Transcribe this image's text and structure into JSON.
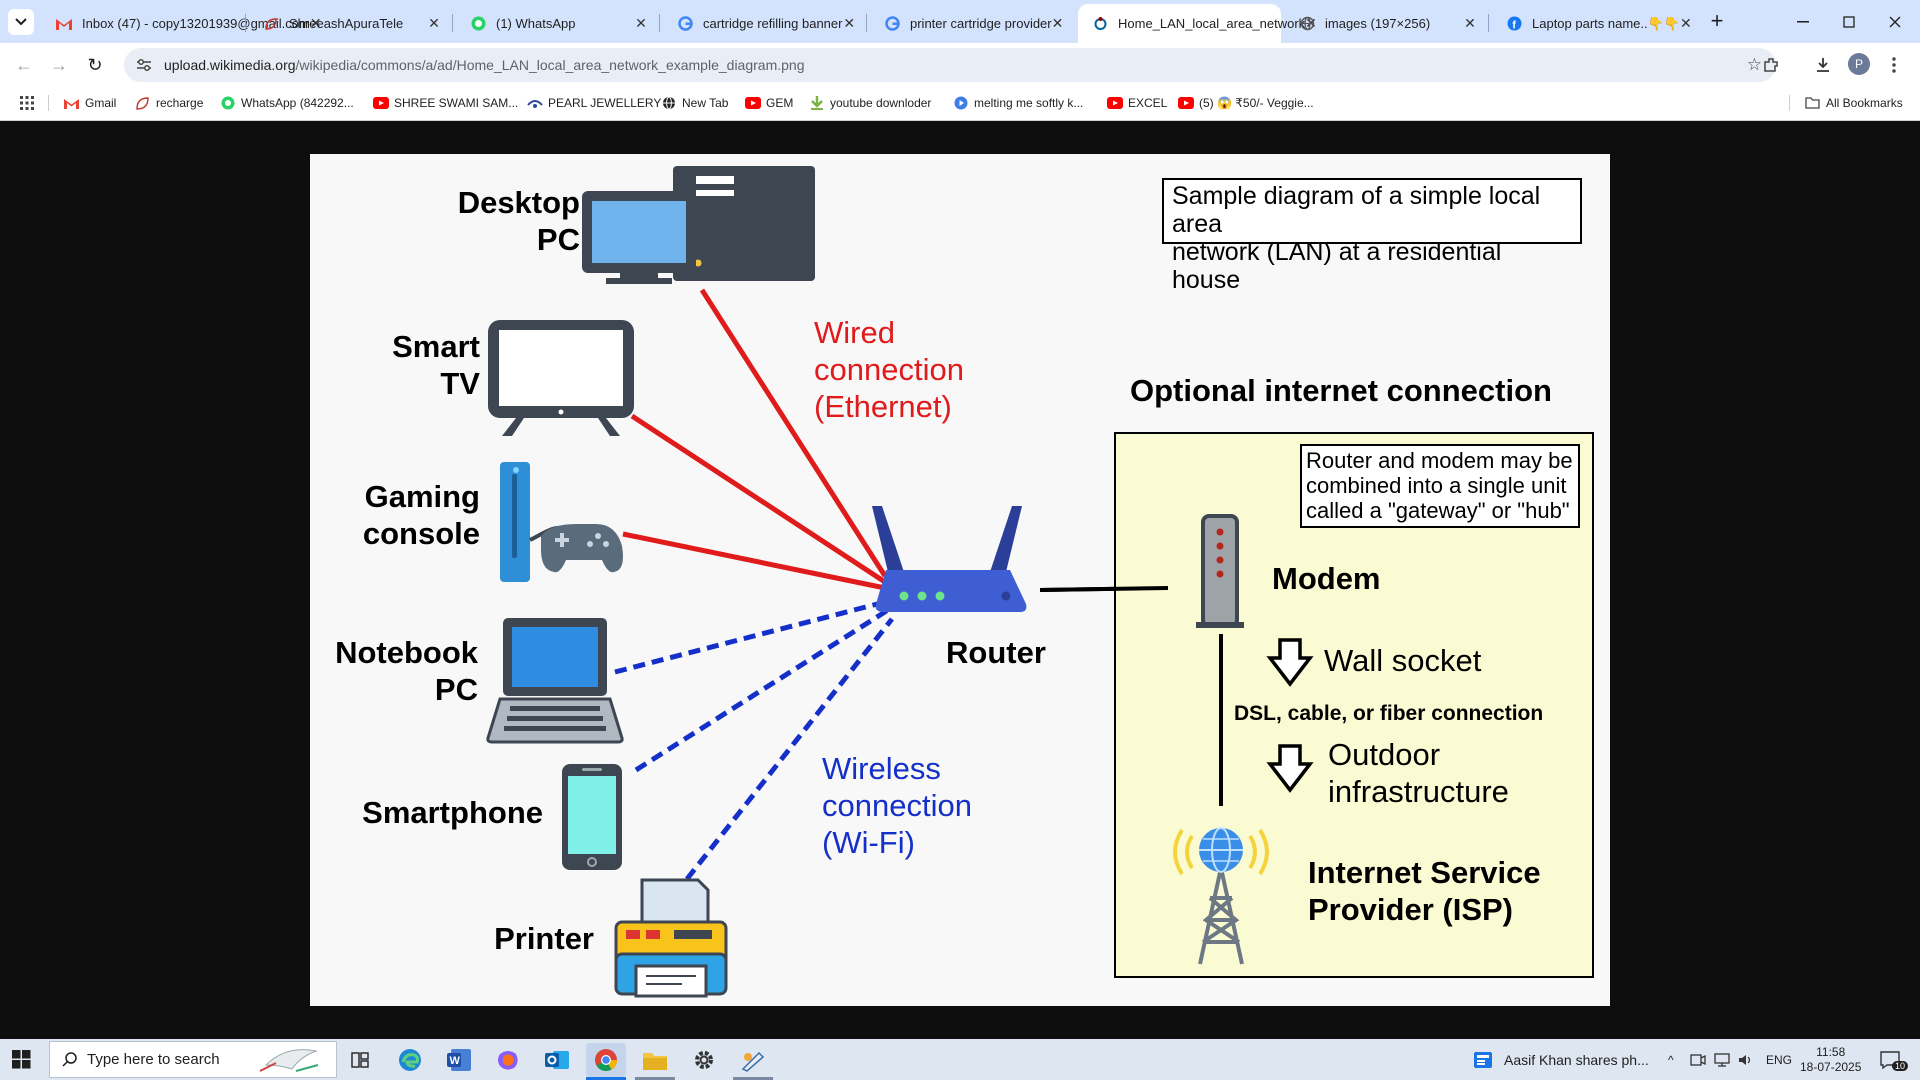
{
  "browser": {
    "tabs": [
      {
        "title": "Inbox (47) - copy13201939@gmail.com",
        "icon": "gmail-icon",
        "active": false
      },
      {
        "title": "ShreeashApuraTele",
        "icon": "leaf-icon",
        "active": false
      },
      {
        "title": "(1) WhatsApp",
        "icon": "whatsapp-icon",
        "active": false
      },
      {
        "title": "cartridge refilling banner",
        "icon": "google-icon",
        "active": false
      },
      {
        "title": "printer cartridge provider",
        "icon": "google-icon",
        "active": false
      },
      {
        "title": "Home_LAN_local_area_network",
        "icon": "wikimedia-icon",
        "active": true
      },
      {
        "title": "images (197×256)",
        "icon": "globe-icon",
        "active": false
      },
      {
        "title": "Laptop parts name..👇👇",
        "icon": "facebook-icon",
        "active": false
      }
    ],
    "url_host": "upload.wikimedia.org",
    "url_path": "/wikipedia/commons/a/ad/Home_LAN_local_area_network_example_diagram.png",
    "profile_initial": "P",
    "bookmarks": [
      {
        "label": "Gmail",
        "icon": "gmail-icon"
      },
      {
        "label": "recharge",
        "icon": "leaf-icon"
      },
      {
        "label": "WhatsApp (842292...",
        "icon": "whatsapp-icon"
      },
      {
        "label": "SHREE SWAMI SAM...",
        "icon": "youtube-icon"
      },
      {
        "label": "PEARL JEWELLERY",
        "icon": "pearl-icon"
      },
      {
        "label": "New Tab",
        "icon": "globe-icon"
      },
      {
        "label": "GEM",
        "icon": "youtube-icon"
      },
      {
        "label": "youtube downloder",
        "icon": "download-arrow-icon"
      },
      {
        "label": "melting me softly k...",
        "icon": "play-icon"
      },
      {
        "label": "EXCEL",
        "icon": "youtube-icon"
      },
      {
        "label": "(5) 😱 ₹50/- Veggie...",
        "icon": "youtube-icon"
      }
    ],
    "all_bookmarks": "All Bookmarks"
  },
  "diagram": {
    "title_note": [
      "Sample diagram of a simple local area",
      "network (LAN) at a residential house"
    ],
    "devices": {
      "desktop": [
        "Desktop",
        "PC"
      ],
      "tv": [
        "Smart",
        "TV"
      ],
      "console": [
        "Gaming",
        "console"
      ],
      "notebook": [
        "Notebook",
        "PC"
      ],
      "smartphone": "Smartphone",
      "printer": "Printer"
    },
    "wired_label": [
      "Wired",
      "connection",
      "(Ethernet)"
    ],
    "wireless_label": [
      "Wireless",
      "connection",
      "(Wi-Fi)"
    ],
    "router_label": "Router",
    "optional_title": "Optional internet connection",
    "gateway_note": [
      "Router and modem may be",
      "combined into a single unit",
      "called a \"gateway\" or \"hub\""
    ],
    "modem_label": "Modem",
    "wall_socket": "Wall socket",
    "dsl_label": "DSL, cable, or fiber connection",
    "outdoor": [
      "Outdoor",
      "infrastructure"
    ],
    "isp": [
      "Internet Service",
      "Provider (ISP)"
    ],
    "colors": {
      "wired": "#e01b1b",
      "wireless": "#1530c8",
      "optional_box": "#fbfbd3"
    }
  },
  "taskbar": {
    "search_placeholder": "Type here to search",
    "news": "Aasif Khan shares ph...",
    "language": "ENG",
    "time": "11:58",
    "date": "18-07-2025",
    "notifications": "10"
  }
}
